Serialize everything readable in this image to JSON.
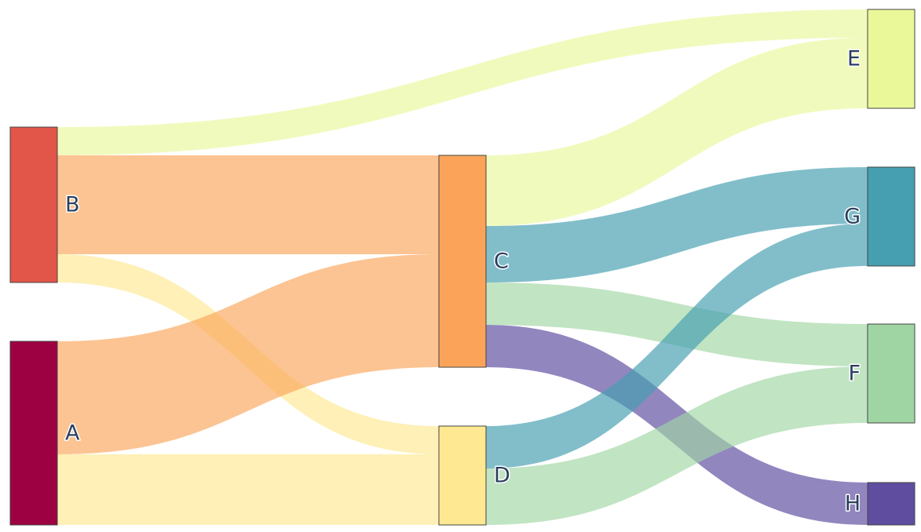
{
  "chart_data": {
    "type": "sankey",
    "nodes": [
      {
        "id": "B",
        "label": "B",
        "color": "#e25549"
      },
      {
        "id": "A",
        "label": "A",
        "color": "#9e0142"
      },
      {
        "id": "C",
        "label": "C",
        "color": "#fba459"
      },
      {
        "id": "D",
        "label": "D",
        "color": "#fee891"
      },
      {
        "id": "E",
        "label": "E",
        "color": "#eaf89a"
      },
      {
        "id": "G",
        "label": "G",
        "color": "#459fb1"
      },
      {
        "id": "F",
        "label": "F",
        "color": "#9fd5a3"
      },
      {
        "id": "H",
        "label": "H",
        "color": "#5f4da0"
      }
    ],
    "links": [
      {
        "source": "B",
        "target": "E",
        "value": 2,
        "color": "rgba(234,248,154,0.65)"
      },
      {
        "source": "B",
        "target": "C",
        "value": 7,
        "color": "rgba(251,164,89,0.65)"
      },
      {
        "source": "B",
        "target": "D",
        "value": 2,
        "color": "rgba(254,232,145,0.65)"
      },
      {
        "source": "A",
        "target": "C",
        "value": 8,
        "color": "rgba(251,164,89,0.65)"
      },
      {
        "source": "A",
        "target": "D",
        "value": 5,
        "color": "rgba(254,232,145,0.65)"
      },
      {
        "source": "C",
        "target": "E",
        "value": 5,
        "color": "rgba(234,248,154,0.65)"
      },
      {
        "source": "C",
        "target": "G",
        "value": 4,
        "color": "rgba(69,159,177,0.68)"
      },
      {
        "source": "C",
        "target": "F",
        "value": 3,
        "color": "rgba(159,213,163,0.65)"
      },
      {
        "source": "C",
        "target": "H",
        "value": 3,
        "color": "rgba(95,77,160,0.68)"
      },
      {
        "source": "D",
        "target": "G",
        "value": 3,
        "color": "rgba(69,159,177,0.68)"
      },
      {
        "source": "D",
        "target": "F",
        "value": 4,
        "color": "rgba(159,213,163,0.65)"
      }
    ]
  }
}
